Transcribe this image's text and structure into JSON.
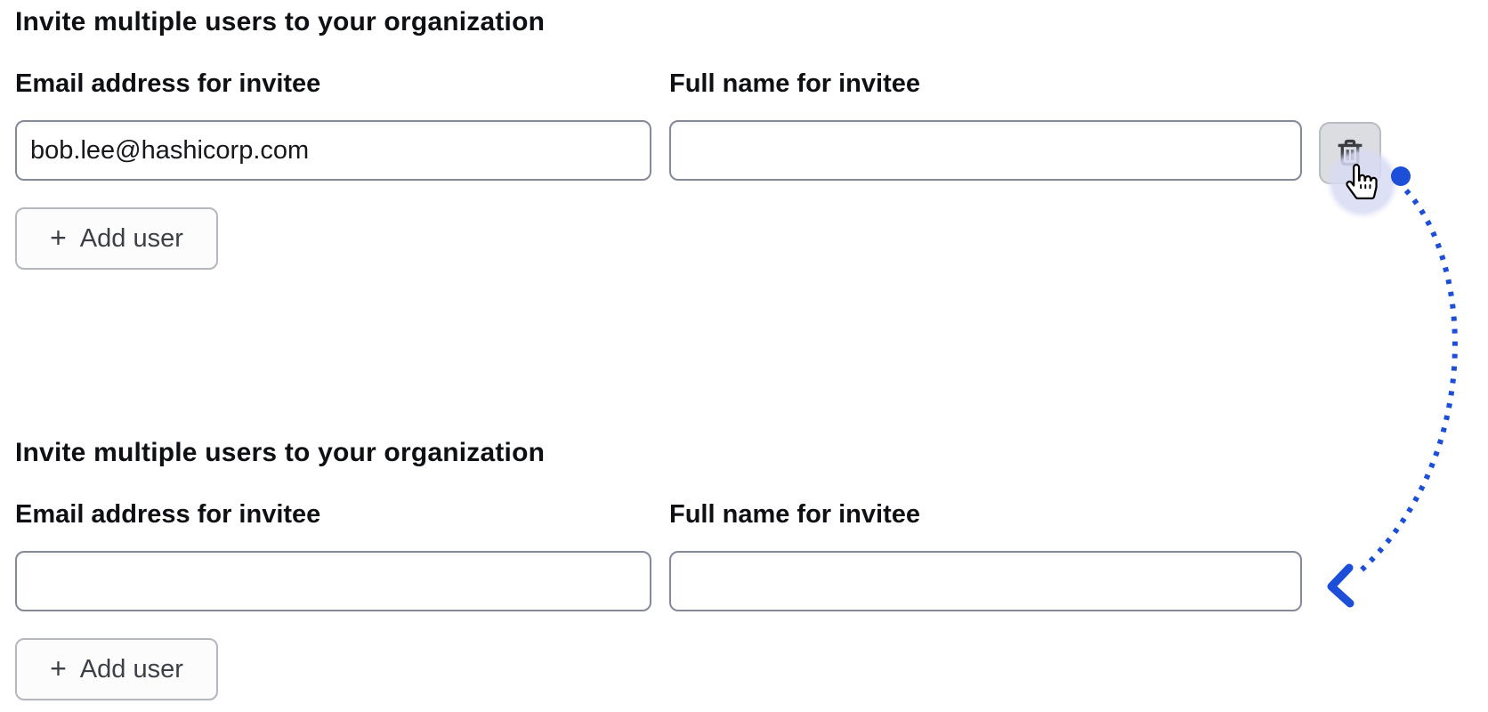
{
  "colors": {
    "arrow_blue": "#1d4ed8",
    "click_halo": "#d9dbf4",
    "input_border": "#868a98",
    "button_border": "#b6b8bf",
    "delete_button_bg": "#dcdde1",
    "heading_text": "#0f1013",
    "button_text": "#3c3f46"
  },
  "icons": {
    "delete": "trash-icon",
    "add": "plus-icon",
    "pointer": "hand-pointer-icon",
    "arrow_start": "dot-icon",
    "arrow_head": "chevron-left-icon"
  },
  "annotation": {
    "arrow_style": "dotted",
    "arrow_color": "#1d4ed8"
  },
  "form_top": {
    "heading": "Invite multiple users to your organization",
    "email_field": {
      "label": "Email address for invitee",
      "value": "bob.lee@hashicorp.com"
    },
    "name_field": {
      "label": "Full name for invitee",
      "value": ""
    },
    "add_user_button": {
      "plus": "+",
      "label": "Add user"
    }
  },
  "form_bottom": {
    "heading": "Invite multiple users to your organization",
    "email_field": {
      "label": "Email address for invitee",
      "value": ""
    },
    "name_field": {
      "label": "Full name for invitee",
      "value": ""
    },
    "add_user_button": {
      "plus": "+",
      "label": "Add user"
    }
  }
}
